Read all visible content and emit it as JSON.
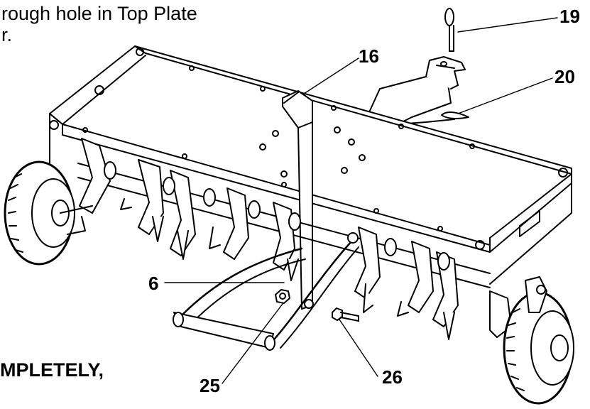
{
  "instructions": {
    "line1": "rough hole in Top Plate",
    "line2": "r."
  },
  "warning_text": "MPLETELY,",
  "callouts": {
    "c19": "19",
    "c16": "16",
    "c20": "20",
    "c6": "6",
    "c25": "25",
    "c26": "26"
  }
}
